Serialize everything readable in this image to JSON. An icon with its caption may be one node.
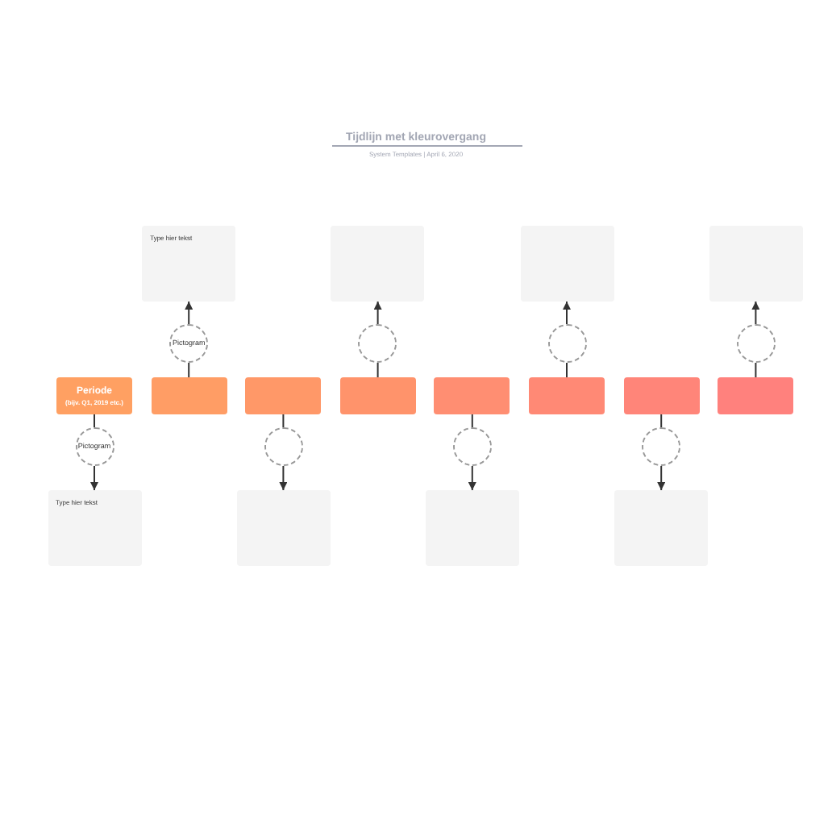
{
  "diagram": {
    "title": "Tijdlijn met kleurovergang",
    "caption": "System Templates | April 6, 2020",
    "nodes": [
      {
        "text": [
          "Periode",
          "(bijv. Q1, 2019 etc.)"
        ]
      },
      {
        "text": [],
        "shape": "box"
      },
      {
        "text": [],
        "shape": "box"
      },
      {
        "text": [],
        "shape": "box"
      },
      {
        "text": [],
        "shape": "box"
      },
      {
        "text": [],
        "shape": "box"
      },
      {
        "text": [],
        "shape": "box"
      },
      {
        "text": [],
        "shape": "box"
      },
      {
        "text": [
          "Pictogram"
        ]
      },
      {
        "text": [
          "Pictogram"
        ]
      },
      {
        "text": [],
        "shape": "circle"
      },
      {
        "text": [],
        "shape": "circle"
      },
      {
        "text": [],
        "shape": "circle"
      },
      {
        "text": [],
        "shape": "circle"
      },
      {
        "text": [],
        "shape": "circle"
      },
      {
        "text": [],
        "shape": "circle"
      },
      {
        "text": [
          "Type hier tekst"
        ]
      },
      {
        "text": [
          "Type hier tekst"
        ]
      },
      {
        "text": [],
        "shape": "box"
      },
      {
        "text": [],
        "shape": "box"
      },
      {
        "text": [],
        "shape": "box"
      },
      {
        "text": [],
        "shape": "box"
      },
      {
        "text": [],
        "shape": "box"
      },
      {
        "text": [],
        "shape": "box"
      }
    ],
    "edges": [
      {
        "from": 0,
        "to": 8,
        "arrow": "none"
      },
      {
        "from": 8,
        "to": 16,
        "arrow": "to"
      },
      {
        "from": 1,
        "to": 9,
        "arrow": "none"
      },
      {
        "from": 9,
        "to": 17,
        "arrow": "to"
      },
      {
        "from": 2,
        "to": 10,
        "arrow": "none"
      },
      {
        "from": 10,
        "to": 18,
        "arrow": "to"
      },
      {
        "from": 3,
        "to": 11,
        "arrow": "none"
      },
      {
        "from": 11,
        "to": 19,
        "arrow": "to"
      },
      {
        "from": 4,
        "to": 12,
        "arrow": "none"
      },
      {
        "from": 12,
        "to": 20,
        "arrow": "to"
      },
      {
        "from": 5,
        "to": 13,
        "arrow": "none"
      },
      {
        "from": 13,
        "to": 21,
        "arrow": "to"
      },
      {
        "from": 6,
        "to": 14,
        "arrow": "none"
      },
      {
        "from": 14,
        "to": 22,
        "arrow": "to"
      },
      {
        "from": 7,
        "to": 15,
        "arrow": "none"
      },
      {
        "from": 15,
        "to": 23,
        "arrow": "to"
      }
    ]
  }
}
